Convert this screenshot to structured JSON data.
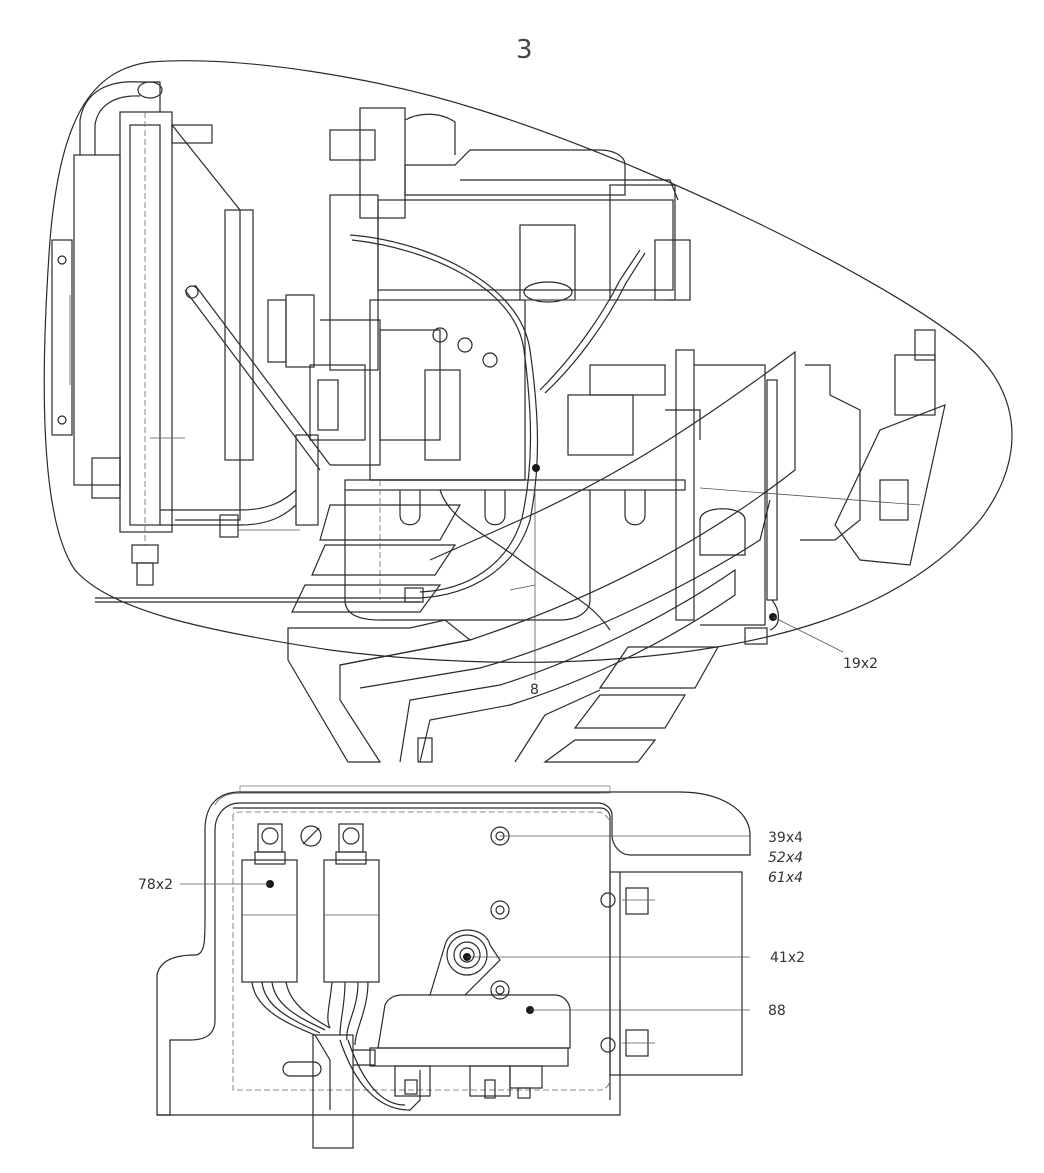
{
  "drawing": {
    "sheet_number": "3",
    "callouts": {
      "c19": "19x2",
      "c8": "8",
      "c39": "39x4",
      "c52": "52x4",
      "c61": "61x4",
      "c78": "78x2",
      "c41": "41x2",
      "c88": "88"
    }
  }
}
